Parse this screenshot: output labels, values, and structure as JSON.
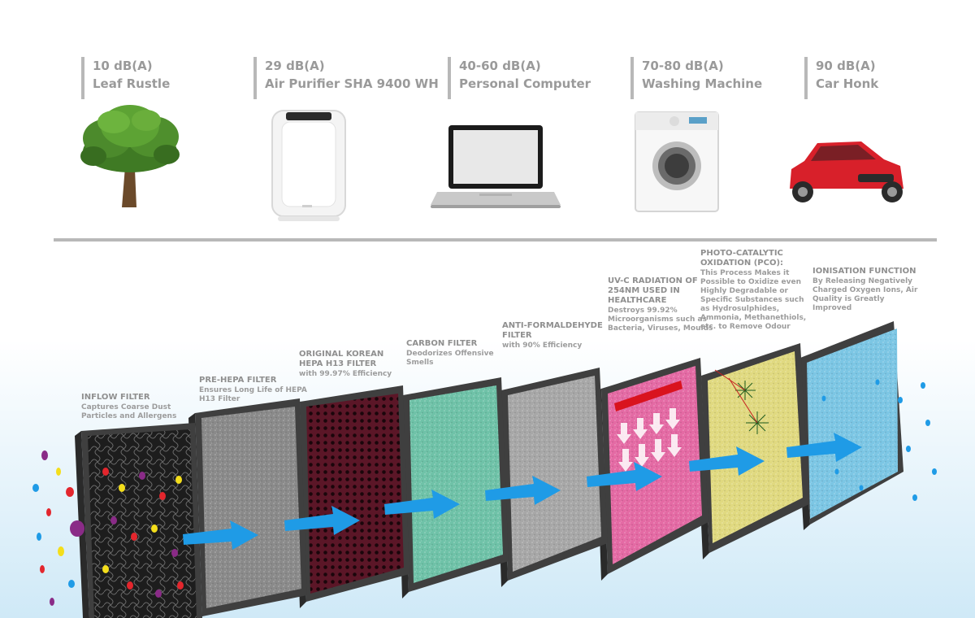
{
  "noise_scale": [
    {
      "level": "10 dB(A)",
      "source": "Leaf Rustle",
      "icon": "tree-icon"
    },
    {
      "level": "29 dB(A)",
      "source": "Air Purifier SHA 9400 WH",
      "icon": "air-purifier-icon"
    },
    {
      "level": "40-60 dB(A)",
      "source": "Personal Computer",
      "icon": "laptop-icon"
    },
    {
      "level": "70-80 dB(A)",
      "source": "Washing Machine",
      "icon": "washing-machine-icon"
    },
    {
      "level": "90 dB(A)",
      "source": "Car Honk",
      "icon": "car-icon"
    }
  ],
  "filters": [
    {
      "title": "INFLOW FILTER",
      "desc": "Captures Coarse Dust Particles and Allergens",
      "color": "#1e1e1e"
    },
    {
      "title": "PRE-HEPA FILTER",
      "desc": "Ensures Long Life of HEPA H13 Filter",
      "color": "#8a8a8a"
    },
    {
      "title": "ORIGINAL KOREAN HEPA H13 FILTER",
      "desc": "with 99.97% Efficiency",
      "color": "#5a1726"
    },
    {
      "title": "CARBON FILTER",
      "desc": "Deodorizes Offensive Smells",
      "color": "#6fc2a8"
    },
    {
      "title": "ANTI-FORMALDEHYDE FILTER",
      "desc": "with 90% Efficiency",
      "color": "#a7a7a7"
    },
    {
      "title": "UV-C RADIATION OF 254NM USED IN HEALTHCARE",
      "desc": "Destroys 99.92% Microorganisms such as Bacteria, Viruses, Moulds",
      "color": "#e46aa4"
    },
    {
      "title": "PHOTO-CATALYTIC OXIDATION (PCO):",
      "desc": "This Process Makes it Possible to Oxidize even Highly Degradable or Specific Substances such as Hydrosulphides, Ammonia, Methanethiols, etc. to Remove Odour",
      "color": "#e0d980"
    },
    {
      "title": "IONISATION FUNCTION",
      "desc": "By Releasing Negatively Charged Oxygen Ions, Air Quality is Greatly Improved",
      "color": "#7cc6e4"
    }
  ],
  "colors": {
    "label_gray": "#9a9a9a",
    "divider": "#b8b8b8",
    "arrow_blue": "#1f9be6",
    "frame": "#4a4a4a"
  }
}
